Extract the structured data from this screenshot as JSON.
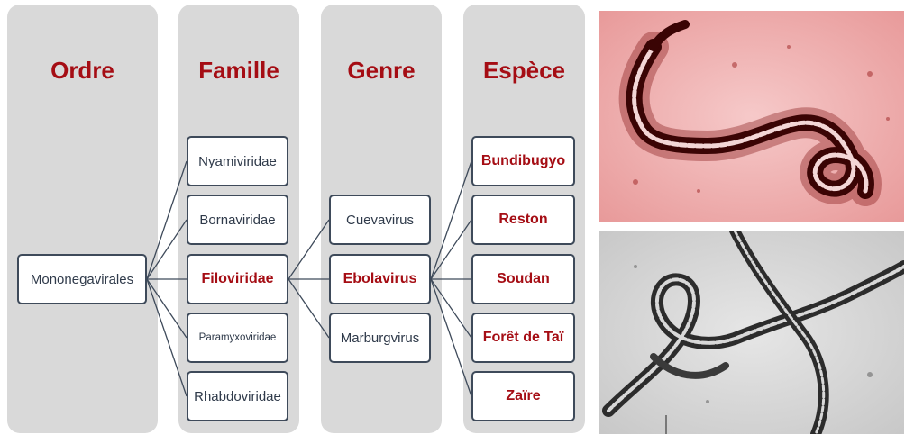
{
  "columns": {
    "ordre": "Ordre",
    "famille": "Famille",
    "genre": "Genre",
    "espece": "Espèce"
  },
  "ordre": {
    "item": "Mononegavirales"
  },
  "familles": [
    "Nyamiviridae",
    "Bornaviridae",
    "Filoviridae",
    "Paramyxoviridae",
    "Rhabdoviridae"
  ],
  "genres": [
    "Cuevavirus",
    "Ebolavirus",
    "Marburgvirus"
  ],
  "especes": [
    "Bundibugyo",
    "Reston",
    "Soudan",
    "Forêt de Taï",
    "Zaïre"
  ],
  "colors": {
    "accent": "#a50d14",
    "panel": "#d9d9d9",
    "border": "#3e4a5a"
  }
}
